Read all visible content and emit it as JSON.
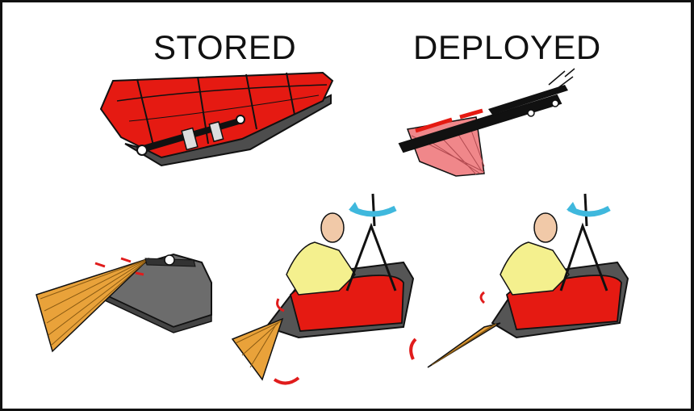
{
  "labels": {
    "stored": "STORED",
    "deployed": "DEPLOYED"
  },
  "colors": {
    "litter_red": "#e51a12",
    "drogue_pink": "#f0878a",
    "drogue_orange": "#e9a23a",
    "shell_gray": "#6c6c6c",
    "person_yellow": "#f4f08e",
    "skin": "#f1c9a8",
    "rotation_arrow_blue": "#3fb8dd",
    "motion_arrow_red": "#e01c1c"
  },
  "panels": [
    {
      "name": "stored-litter",
      "icon": "stored-litter-illustration"
    },
    {
      "name": "deployed-drogue",
      "icon": "deployed-drogue-illustration"
    },
    {
      "name": "drogue-on-shell",
      "icon": "drogue-shell-illustration"
    },
    {
      "name": "person-in-litter-drogue-left",
      "icon": "person-litter-illustration"
    },
    {
      "name": "person-in-litter-drogue-right",
      "icon": "person-litter-illustration"
    }
  ]
}
